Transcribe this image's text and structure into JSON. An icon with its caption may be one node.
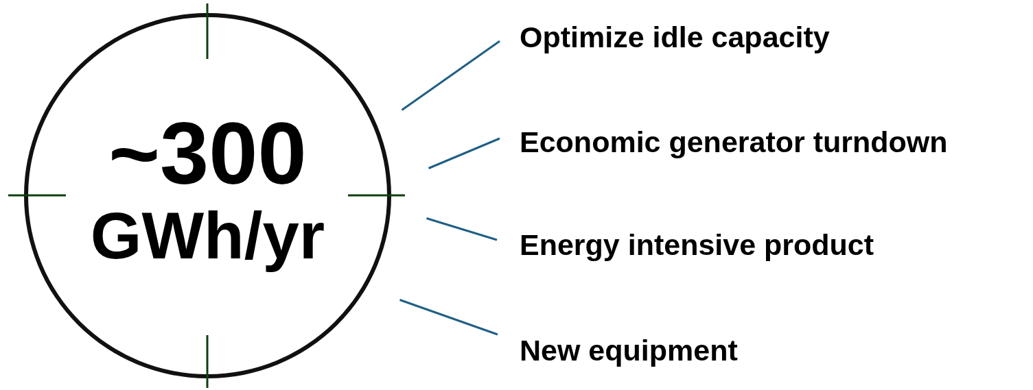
{
  "diagram": {
    "nodes": [
      {
        "text": [
          "~300",
          "GWh/yr"
        ]
      },
      {
        "text": [
          "Optimize idle capacity"
        ]
      },
      {
        "text": [
          "Economic generator turndown"
        ]
      },
      {
        "text": [
          "Energy intensive product"
        ]
      },
      {
        "text": [
          "New equipment"
        ]
      }
    ],
    "edges": [
      {
        "from": 0,
        "to": 1,
        "arrow": "none"
      },
      {
        "from": 0,
        "to": 2,
        "arrow": "none"
      },
      {
        "from": 0,
        "to": 3,
        "arrow": "none"
      },
      {
        "from": 0,
        "to": 4,
        "arrow": "none"
      }
    ]
  }
}
